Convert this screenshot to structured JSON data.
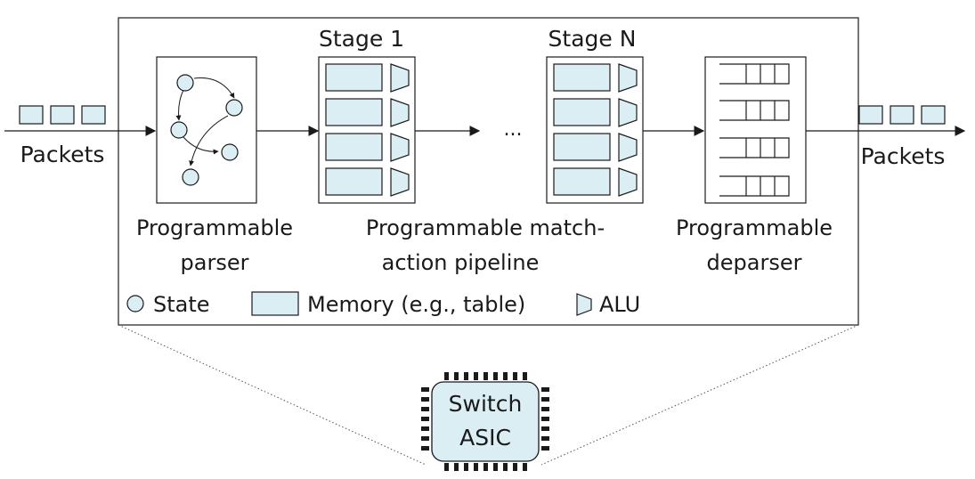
{
  "colors": {
    "fill": "#dbeef4",
    "stroke": "#1a1a1a",
    "background": "#ffffff"
  },
  "labels": {
    "packets_in": "Packets",
    "packets_out": "Packets",
    "stage_1": "Stage 1",
    "stage_n": "Stage N",
    "ellipsis": "...",
    "parser_line1": "Programmable",
    "parser_line2": "parser",
    "pipeline_line1": "Programmable match-",
    "pipeline_line2": "action pipeline",
    "deparser_line1": "Programmable",
    "deparser_line2": "deparser",
    "chip_line1": "Switch",
    "chip_line2": "ASIC"
  },
  "legend": {
    "state": "State",
    "memory": "Memory (e.g., table)",
    "alu": "ALU"
  }
}
